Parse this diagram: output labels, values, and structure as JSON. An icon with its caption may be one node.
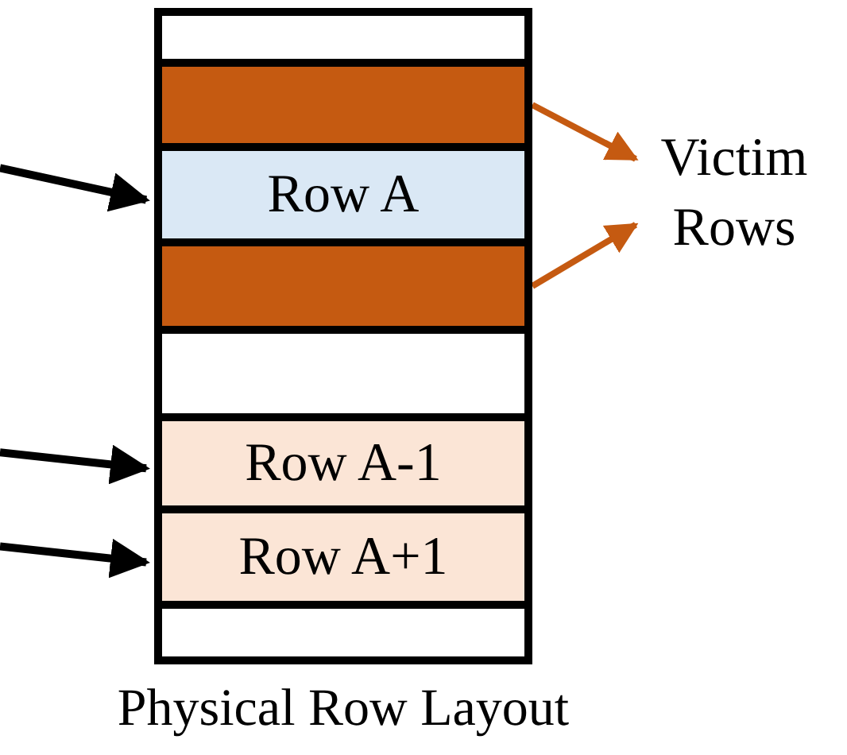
{
  "diagram": {
    "nodes": [
      {
        "text": [
          "Physical Row Layout"
        ]
      },
      {
        "text": [],
        "shape": "bar",
        "in": 0
      },
      {
        "text": [],
        "shape": "bar",
        "in": 0
      },
      {
        "text": [
          "Row A"
        ],
        "in": 0
      },
      {
        "text": [],
        "shape": "bar",
        "in": 0
      },
      {
        "text": [],
        "shape": "bar",
        "in": 0
      },
      {
        "text": [
          "Row A-1"
        ],
        "in": 0
      },
      {
        "text": [
          "Row A+1"
        ],
        "in": 0
      },
      {
        "text": [],
        "shape": "bar",
        "in": 0
      },
      {
        "text": [
          "Victim Rows"
        ]
      }
    ],
    "edges": [
      {
        "from": null,
        "to": 3,
        "arrow": "to"
      },
      {
        "from": null,
        "to": 6,
        "arrow": "to"
      },
      {
        "from": null,
        "to": 7,
        "arrow": "to"
      },
      {
        "from": 2,
        "to": 9,
        "arrow": "to",
        "color": "#c55a11"
      },
      {
        "from": 4,
        "to": 9,
        "arrow": "to",
        "color": "#c55a11"
      }
    ]
  }
}
